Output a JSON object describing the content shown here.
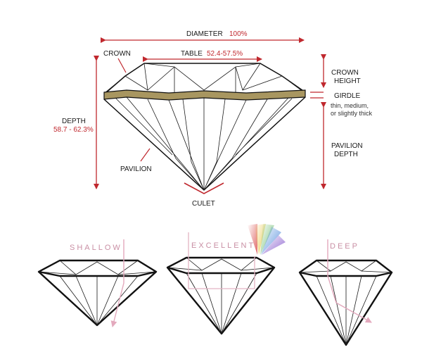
{
  "labels": {
    "diameter": "DIAMETER",
    "diameter_value": "100%",
    "crown": "CROWN",
    "table": "TABLE",
    "table_value": "52.4-57.5%",
    "crown_height_1": "CROWN",
    "crown_height_2": "HEIGHT",
    "girdle": "GIRDLE",
    "girdle_note_1": "thin, medium,",
    "girdle_note_2": "or slightly thick",
    "depth": "DEPTH",
    "depth_value": "58.7 - 62.3%",
    "pavilion": "PAVILION",
    "pavilion_depth_1": "PAVILION",
    "pavilion_depth_2": "DEPTH",
    "culet": "CULET"
  },
  "cuts": [
    {
      "label": "SHALLOW"
    },
    {
      "label": "EXCELLENT"
    },
    {
      "label": "DEEP"
    }
  ],
  "colors": {
    "annotation_red": "#c0282e",
    "girdle_band": "#a89660",
    "light_path_pink": "#e3b4c4",
    "outline": "#111111"
  }
}
